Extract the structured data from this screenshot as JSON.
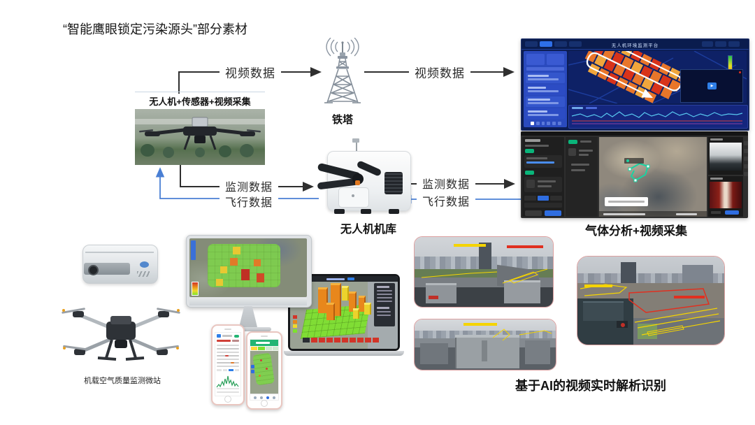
{
  "slide": {
    "title": "“智能鹰眼锁定污染源头”部分素材"
  },
  "nodes": {
    "drone": {
      "label": "无人机+传感器+视频采集"
    },
    "tower": {
      "label": "铁塔"
    },
    "dock": {
      "label": "无人机机库"
    },
    "gas": {
      "label": "气体分析+视频采集"
    },
    "station": {
      "label": "机载空气质量监测微站"
    },
    "ai": {
      "label": "基于AI的视频实时解析识别"
    }
  },
  "flows": {
    "drone_tower": "视频数据",
    "tower_platform": "视频数据",
    "drone_dock_monitor": "监测数据",
    "dock_drone_flight": "飞行数据",
    "dock_platform_monitor": "监测数据",
    "platform_dock_flight": "飞行数据"
  },
  "dashboard": {
    "title": "无人机环境监测平台"
  },
  "icons": {
    "play_icon": "▶"
  },
  "colors": {
    "flow_line_black": "#2f2f2f",
    "flow_line_blue": "#4a7fd4",
    "dashboard_navy": "#0c1d55",
    "heat_red": "#d8331a",
    "heat_orange": "#e8762a",
    "heat_yellow": "#f0c63c",
    "overlay_green": "#7fd24c",
    "annotation_yellow": "#f5d400",
    "annotation_red": "#e03020",
    "photo_border": "#dca0a0",
    "badge_green": "#0ab57a"
  }
}
